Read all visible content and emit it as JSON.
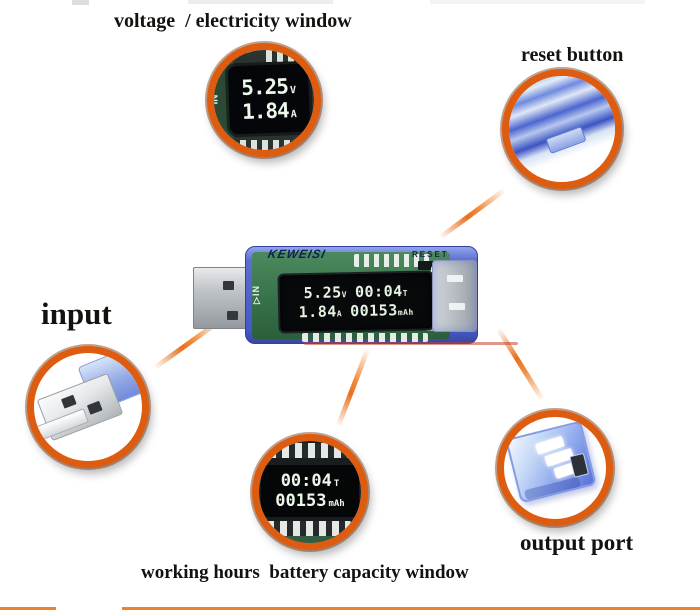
{
  "annotations": {
    "voltage_window_label": "voltage  / electricity window",
    "reset_button_label": "reset button",
    "input_label": "input",
    "output_port_label": "output port",
    "working_hours_label": "working hours  battery capacity window"
  },
  "device": {
    "brand": "KEWEISI",
    "reset_marking": "RESET",
    "input_marking": "▷IN",
    "display": {
      "voltage_value": "5.25",
      "voltage_unit": "V",
      "time_value": "00:04",
      "time_unit": "T",
      "current_value": "1.84",
      "current_unit": "A",
      "capacity_value": "00153",
      "capacity_unit": "mAh"
    }
  },
  "callouts": {
    "voltage_window": {
      "voltage_value": "5.25",
      "voltage_unit": "V",
      "current_value": "1.84",
      "current_unit": "A",
      "in_marking": "IN"
    },
    "hours_capacity": {
      "time_value": "00:04",
      "time_unit": "T",
      "capacity_value": "00153",
      "capacity_unit": "mAh"
    }
  },
  "colors": {
    "callout_ring": "#dd5c10",
    "leader_line": "#ee7a28",
    "bottom_rule": "#ef822d",
    "case_blue": "#5b6fd0",
    "pcb_green": "#3c7a50",
    "display_digits": "#e6f2e4"
  }
}
